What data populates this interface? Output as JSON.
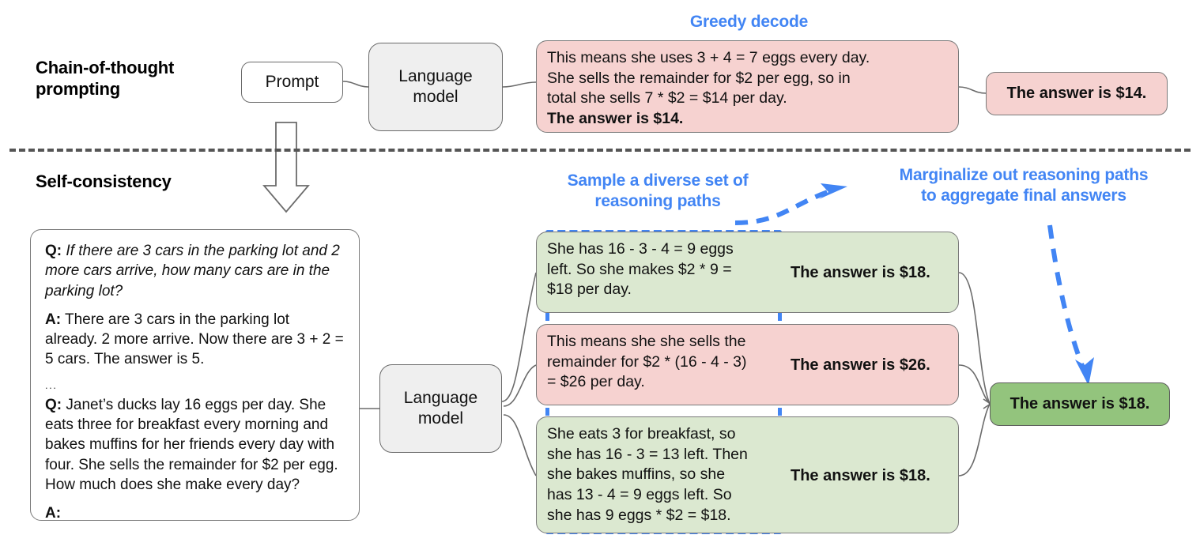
{
  "sections": {
    "top": {
      "title": "Chain-of-thought\nprompting"
    },
    "bottom": {
      "title": "Self-consistency"
    }
  },
  "captions": {
    "greedy_decode": "Greedy decode",
    "sample_paths": "Sample a diverse set of\nreasoning paths",
    "marginalize": "Marginalize out reasoning paths\nto aggregate final answers"
  },
  "nodes": {
    "prompt": "Prompt",
    "language_model_top": "Language\nmodel",
    "language_model_bottom": "Language\nmodel"
  },
  "cot": {
    "reasoning_lines": [
      "This means she uses 3 + 4 = 7 eggs every day.",
      "She sells the remainder for $2 per egg, so in",
      "total she sells 7 * $2 = $14 per day."
    ],
    "reasoning_bold_line": "The answer is $14.",
    "final_answer": "The answer is $14."
  },
  "prompt_box": {
    "q1_label": "Q:",
    "q1_text": "If there are 3 cars in the parking lot and 2 more cars arrive, how many cars are in the parking lot?",
    "a1_label": "A:",
    "a1_text": "There are 3 cars in the parking lot already. 2 more arrive. Now there are 3 + 2 = 5 cars. The answer is 5.",
    "ellipsis": "...",
    "q2_label": "Q:",
    "q2_text": "Janet’s ducks lay 16 eggs per day. She eats three for breakfast every morning and bakes muffins for her friends every day with four. She sells the remainder for $2 per egg. How much does she make every day?",
    "a2_label": "A:"
  },
  "paths": [
    {
      "id": "path-1",
      "color": "lgreen",
      "reasoning_lines": [
        "She has 16 - 3 - 4 = 9 eggs",
        "left. So she makes $2 * 9 =",
        "$18 per day."
      ],
      "answer": "The answer is $18."
    },
    {
      "id": "path-2",
      "color": "pink",
      "reasoning_lines": [
        "This means she she sells the",
        "remainder for $2 * (16 - 4 - 3)",
        "= $26 per day."
      ],
      "answer": "The answer is $26."
    },
    {
      "id": "path-3",
      "color": "lgreen",
      "reasoning_lines": [
        "She eats 3 for breakfast, so",
        "she has 16 - 3 = 13 left. Then",
        "she bakes muffins, so she",
        "has 13 - 4 = 9 eggs left. So",
        "she has 9 eggs * $2 = $18."
      ],
      "answer": "The answer is $18."
    }
  ],
  "aggregate": {
    "final_answer": "The answer is $18."
  },
  "colors": {
    "accent_blue": "#4285f4",
    "pink_fill": "#f6d2d0",
    "light_green_fill": "#dbe8d0",
    "dark_green_fill": "#93c47d",
    "gray_fill": "#efefef",
    "stroke": "#6b6b6b"
  }
}
